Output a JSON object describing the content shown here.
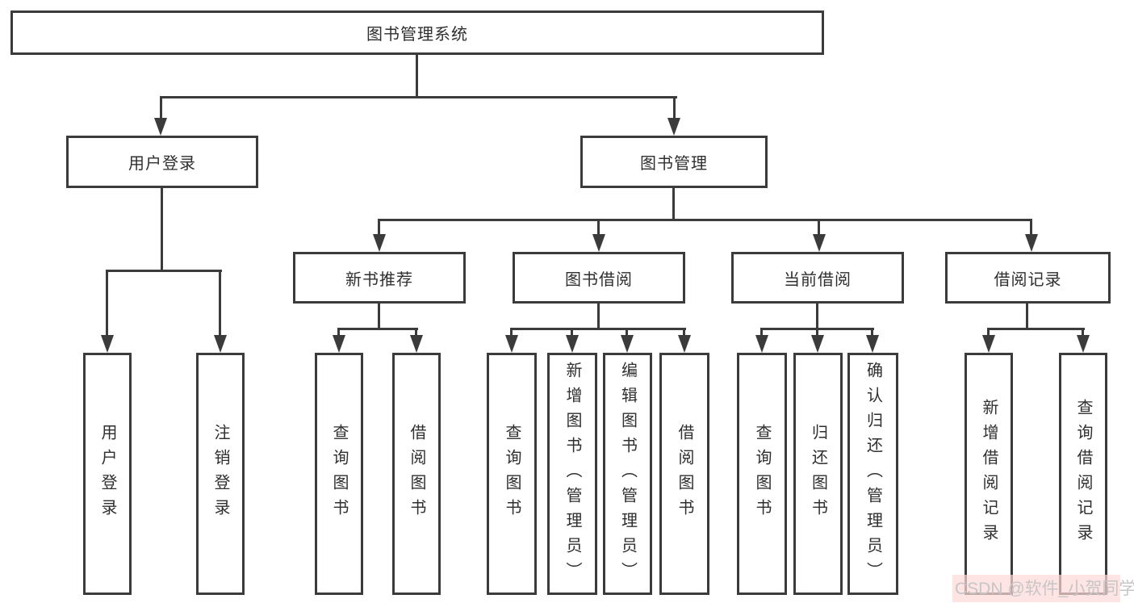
{
  "nodes": {
    "root": "图书管理系统",
    "user_login": "用户登录",
    "book_management": "图书管理",
    "new_book_recommend": "新书推荐",
    "book_borrowing": "图书借阅",
    "current_borrowing": "当前借阅",
    "borrowing_records": "借阅记录",
    "leaf_user_login": "用户登录",
    "leaf_logout_login": "注销登录",
    "leaf_query_books_recommend": "查询图书",
    "leaf_borrow_books_recommend": "借阅图书",
    "leaf_query_books_borrowing": "查询图书",
    "leaf_add_books_admin": "新增图书（管理员）",
    "leaf_edit_books_admin": "编辑图书（管理员）",
    "leaf_borrow_books_borrowing": "借阅图书",
    "leaf_query_books_current": "查询图书",
    "leaf_return_books": "归还图书",
    "leaf_confirm_return_admin": "确认归还（管理员）",
    "leaf_add_borrow_record": "新增借阅记录",
    "leaf_query_borrow_record": "查询借阅记录"
  },
  "watermark": {
    "text": "CSDN @软件_小贺同学"
  },
  "colors": {
    "line": "#3b3b3b",
    "text": "#2f2f2f",
    "box_background": "#ffffff",
    "page_background": "#ffffff",
    "watermark_text": "#c6c6c6",
    "watermark_highlight": "#ffd9d9"
  }
}
